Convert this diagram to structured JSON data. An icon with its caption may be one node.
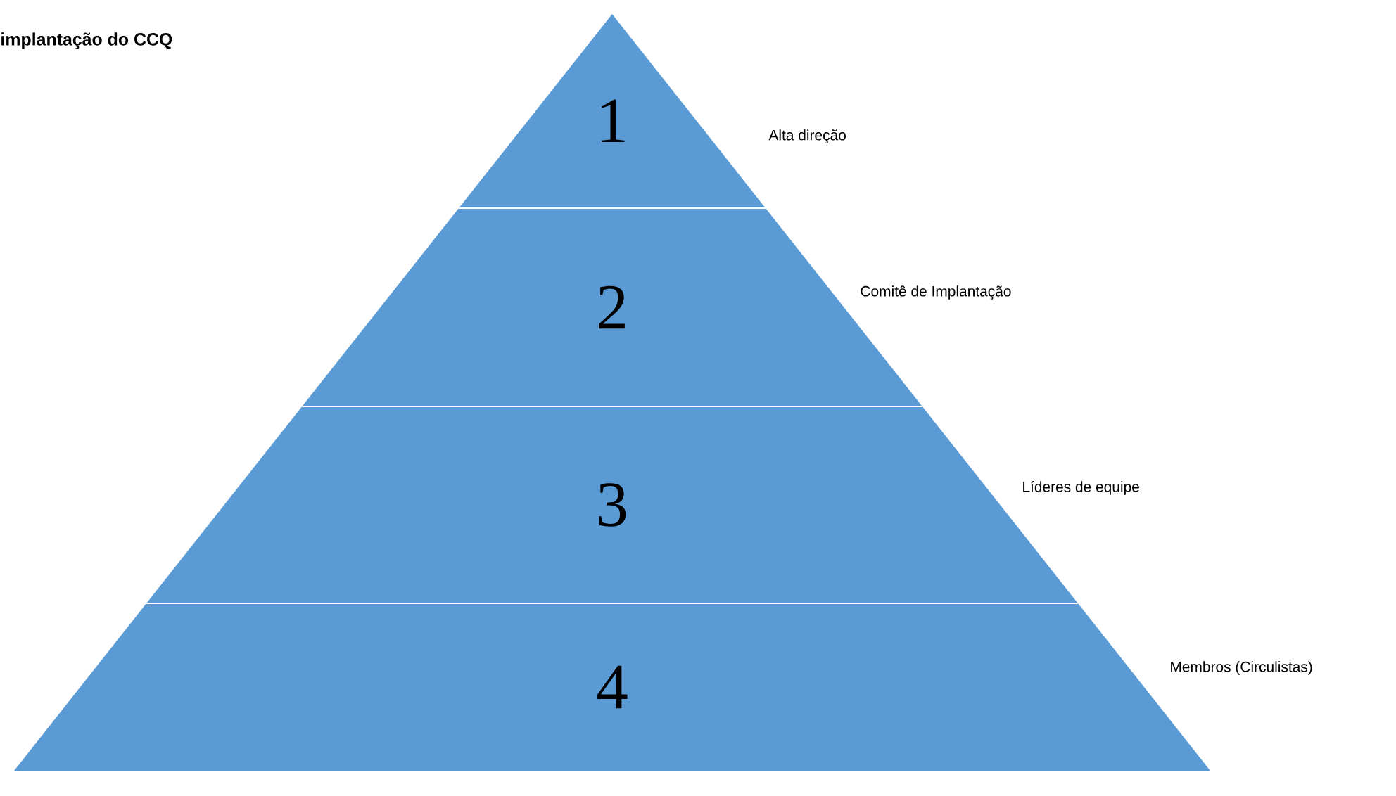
{
  "diagram": {
    "title": "implantação do CCQ",
    "nodes": [
      {
        "text": [
          "1"
        ],
        "beside": [
          "Alta direção"
        ]
      },
      {
        "text": [
          "2"
        ],
        "beside": [
          "Comitê de Implantação"
        ]
      },
      {
        "text": [
          "3"
        ],
        "beside": [
          "Líderes de equipe"
        ]
      },
      {
        "text": [
          "4"
        ],
        "beside": [
          "Membros (Circulistas)"
        ]
      }
    ]
  }
}
